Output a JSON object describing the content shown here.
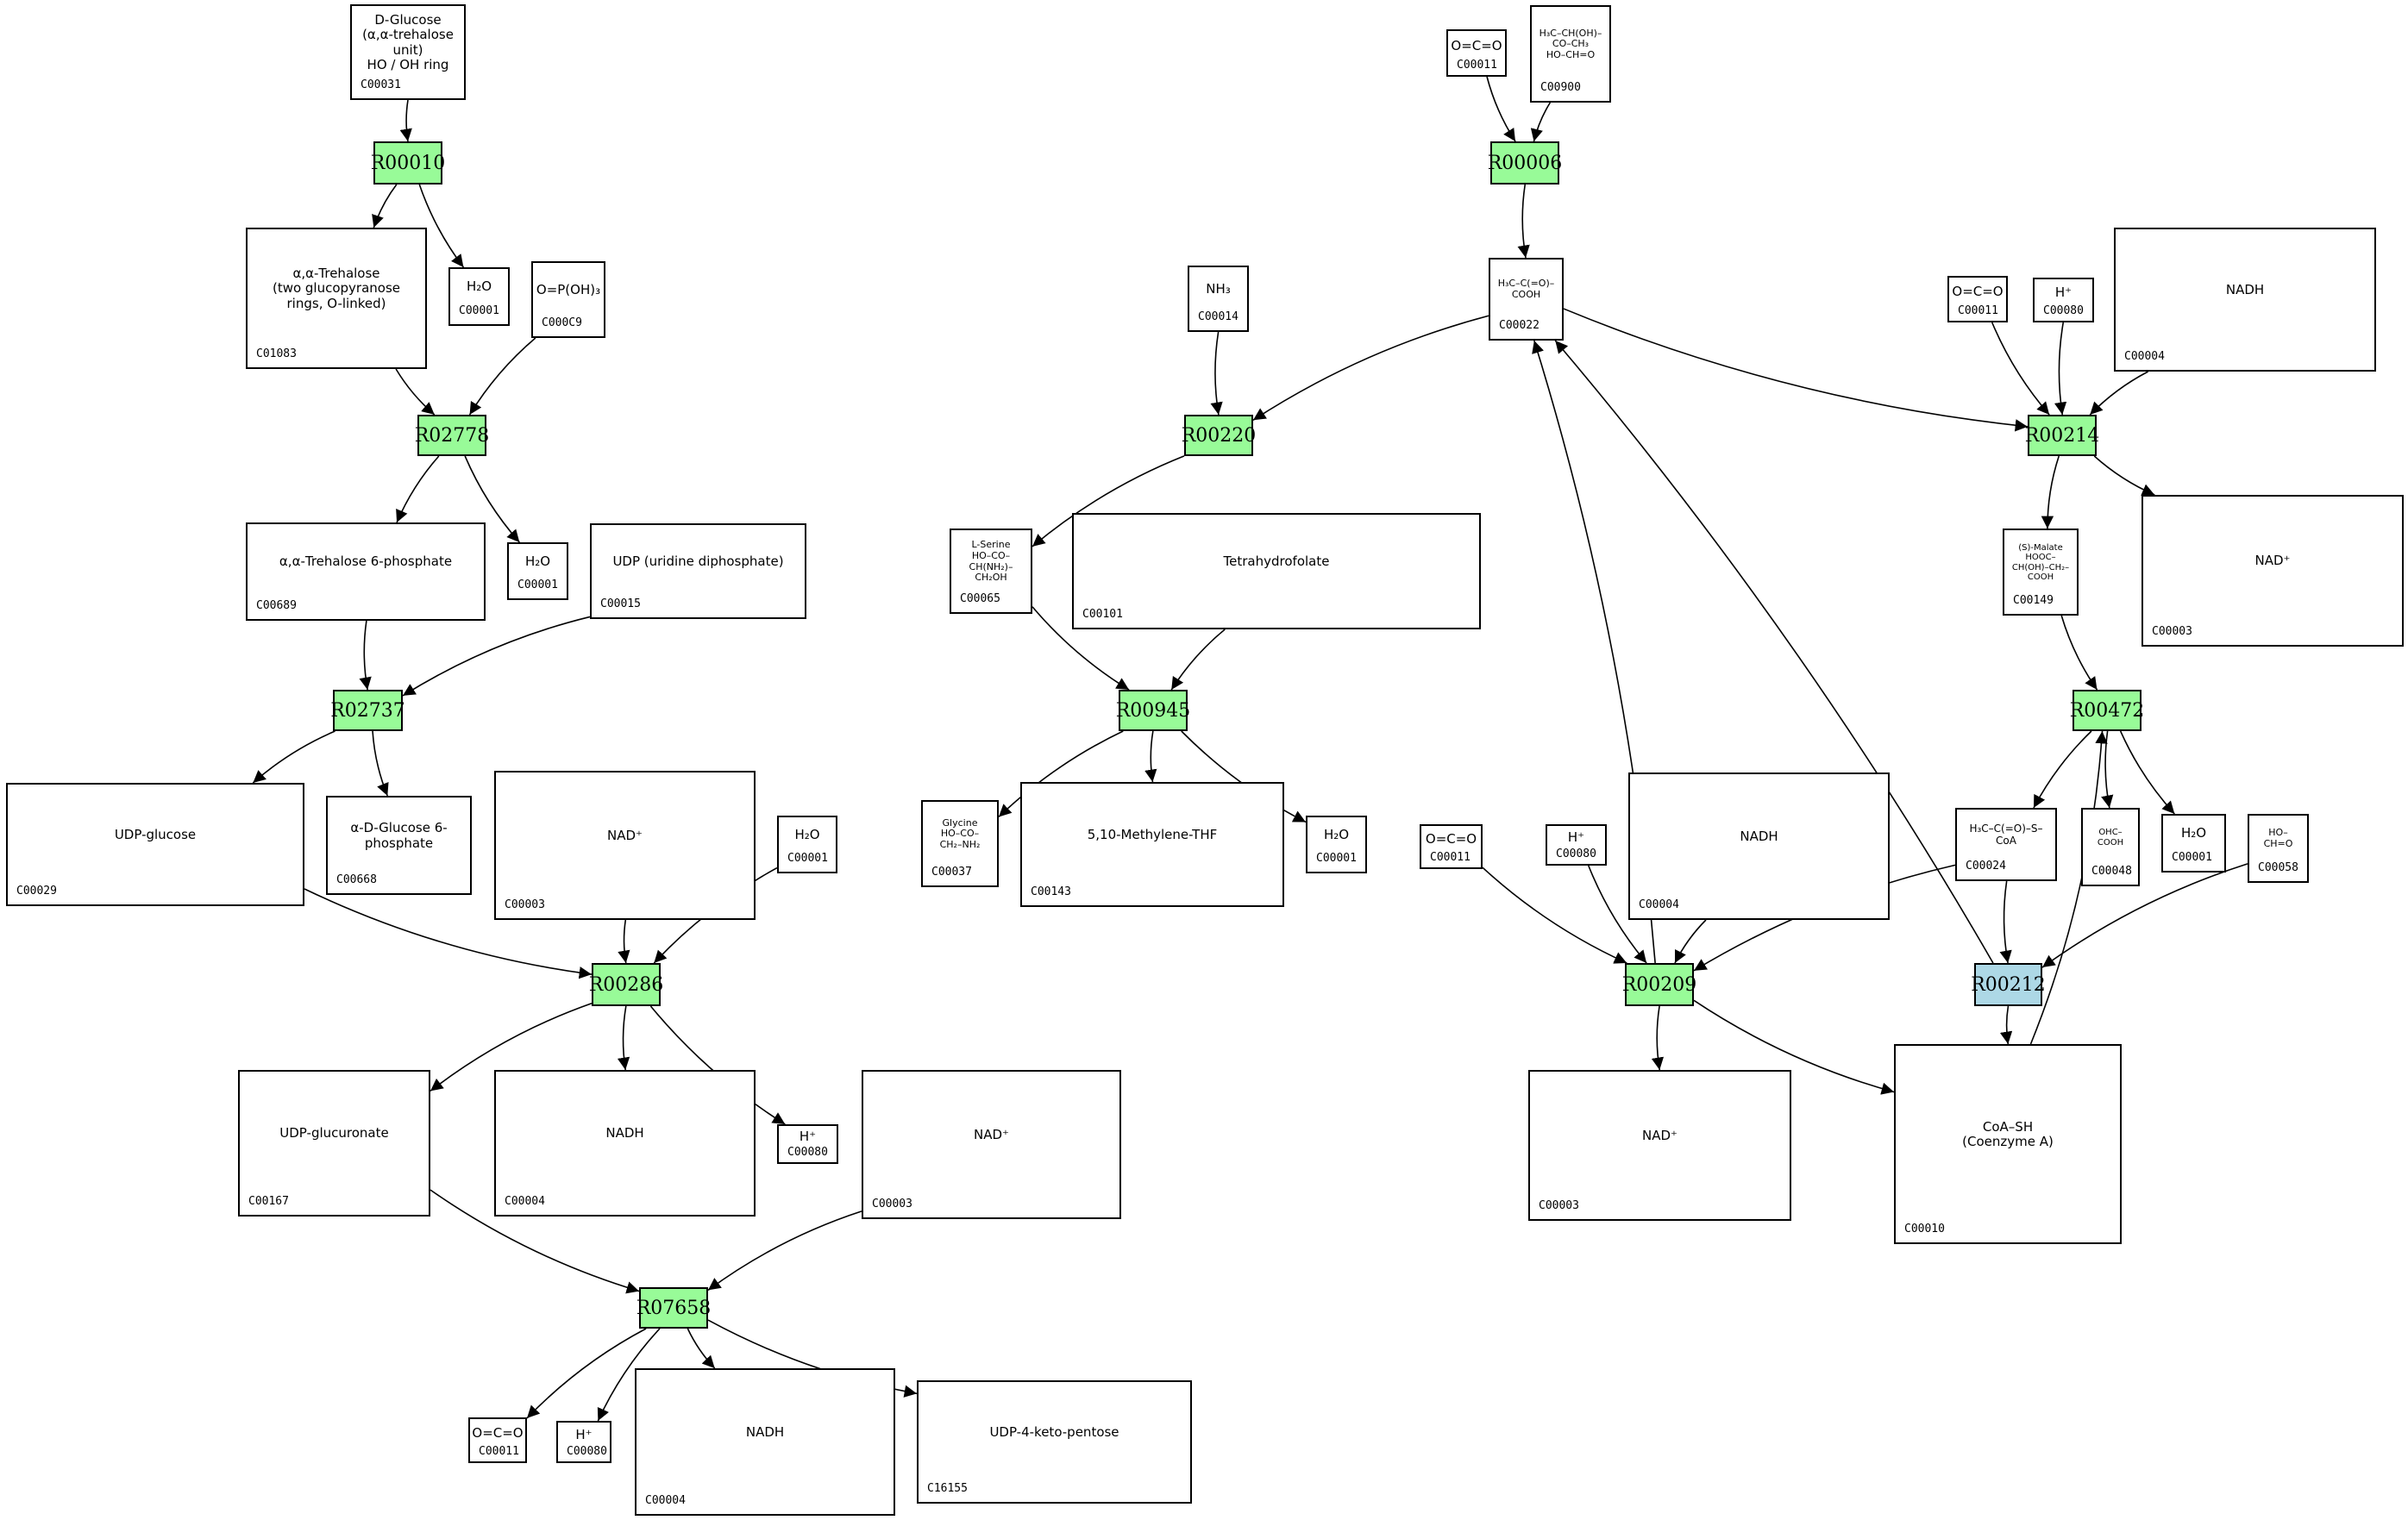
{
  "title": "Metabolic pathway reaction network",
  "colors": {
    "reaction_default": "#98fb98",
    "reaction_highlight": "#add8e6",
    "compound_bg": "#ffffff",
    "edge": "#000000"
  },
  "reactions": [
    {
      "id": "R00010",
      "style": "green"
    },
    {
      "id": "R02778",
      "style": "green"
    },
    {
      "id": "R02737",
      "style": "green"
    },
    {
      "id": "R00286",
      "style": "green"
    },
    {
      "id": "R07658",
      "style": "green"
    },
    {
      "id": "R00006",
      "style": "green"
    },
    {
      "id": "R00220",
      "style": "green"
    },
    {
      "id": "R00945",
      "style": "green"
    },
    {
      "id": "R00214",
      "style": "green"
    },
    {
      "id": "R00472",
      "style": "green"
    },
    {
      "id": "R00209",
      "style": "green"
    },
    {
      "id": "R00212",
      "style": "blue"
    }
  ],
  "compounds": [
    {
      "key": "c00031",
      "id": "C00031",
      "structure": "D-Glucose (α,α-trehalose unit)\nHO / OH ring"
    },
    {
      "key": "c01083",
      "id": "C01083",
      "structure": "α,α-Trehalose\n(two glucopyranose rings, O-linked)"
    },
    {
      "key": "c00001a",
      "id": "C00001",
      "structure": "H₂O"
    },
    {
      "key": "c00009",
      "id": "C000C9",
      "structure": "O=P(OH)₃"
    },
    {
      "key": "c00689",
      "id": "C00689",
      "structure": "α,α-Trehalose 6-phosphate"
    },
    {
      "key": "c00001b",
      "id": "C00001",
      "structure": "H₂O"
    },
    {
      "key": "c00015",
      "id": "C00015",
      "structure": "UDP (uridine diphosphate)"
    },
    {
      "key": "c00029",
      "id": "C00029",
      "structure": "UDP-glucose"
    },
    {
      "key": "c00668",
      "id": "C00668",
      "structure": "α-D-Glucose 6-phosphate"
    },
    {
      "key": "c00003a",
      "id": "C00003",
      "structure": "NAD⁺"
    },
    {
      "key": "c00001c",
      "id": "C00001",
      "structure": "H₂O"
    },
    {
      "key": "c00167",
      "id": "C00167",
      "structure": "UDP-glucuronate"
    },
    {
      "key": "c00004a",
      "id": "C00004",
      "structure": "NADH"
    },
    {
      "key": "c00080a",
      "id": "C00080",
      "structure": "H⁺"
    },
    {
      "key": "c00003b",
      "id": "C00003",
      "structure": "NAD⁺"
    },
    {
      "key": "c00011a",
      "id": "C00011",
      "structure": "O=C=O"
    },
    {
      "key": "c00080b",
      "id": "C00080",
      "structure": "H⁺"
    },
    {
      "key": "c00004b",
      "id": "C00004",
      "structure": "NADH"
    },
    {
      "key": "c16155",
      "id": "C16155",
      "structure": "UDP-4-keto-pentose"
    },
    {
      "key": "c00011b",
      "id": "C00011",
      "structure": "O=C=O"
    },
    {
      "key": "c00900",
      "id": "C00900",
      "structure": "H₃C–CH(OH)–CO–CH₃\nHO–CH=O"
    },
    {
      "key": "c00022",
      "id": "C00022",
      "structure": "H₃C–C(=O)–COOH"
    },
    {
      "key": "c00014",
      "id": "C00014",
      "structure": "NH₃"
    },
    {
      "key": "c00065",
      "id": "C00065",
      "structure": "L-Serine\nHO–CO–CH(NH₂)–CH₂OH"
    },
    {
      "key": "c00101",
      "id": "C00101",
      "structure": "Tetrahydrofolate"
    },
    {
      "key": "c00037",
      "id": "C00037",
      "structure": "Glycine\nHO–CO–CH₂–NH₂"
    },
    {
      "key": "c00143",
      "id": "C00143",
      "structure": "5,10-Methylene-THF"
    },
    {
      "key": "c00001d",
      "id": "C00001",
      "structure": "H₂O"
    },
    {
      "key": "c00011c",
      "id": "C00011",
      "structure": "O=C=O"
    },
    {
      "key": "c00080c",
      "id": "C00080",
      "structure": "H⁺"
    },
    {
      "key": "c00004c",
      "id": "C00004",
      "structure": "NADH"
    },
    {
      "key": "c00149",
      "id": "C00149",
      "structure": "(S)-Malate\nHOOC–CH(OH)–CH₂–COOH"
    },
    {
      "key": "c00003c",
      "id": "C00003",
      "structure": "NAD⁺"
    },
    {
      "key": "c00024",
      "id": "C00024",
      "structure": "H₃C–C(=O)–S–CoA"
    },
    {
      "key": "c00048",
      "id": "C00048",
      "structure": "OHC–COOH"
    },
    {
      "key": "c00001e",
      "id": "C00001",
      "structure": "H₂O"
    },
    {
      "key": "c00058",
      "id": "C00058",
      "structure": "HO–CH=O"
    },
    {
      "key": "c00011d",
      "id": "C00011",
      "structure": "O=C=O"
    },
    {
      "key": "c00080d",
      "id": "C00080",
      "structure": "H⁺"
    },
    {
      "key": "c00004d",
      "id": "C00004",
      "structure": "NADH"
    },
    {
      "key": "c00003d",
      "id": "C00003",
      "structure": "NAD⁺"
    },
    {
      "key": "c00010",
      "id": "C00010",
      "structure": "CoA–SH\n(Coenzyme A)"
    }
  ],
  "edges": [
    [
      "c00031",
      "R00010"
    ],
    [
      "R00010",
      "c01083"
    ],
    [
      "R00010",
      "c00001a"
    ],
    [
      "c01083",
      "R02778"
    ],
    [
      "c00009",
      "R02778"
    ],
    [
      "R02778",
      "c00689"
    ],
    [
      "R02778",
      "c00001b"
    ],
    [
      "c00689",
      "R02737"
    ],
    [
      "c00015",
      "R02737"
    ],
    [
      "R02737",
      "c00029"
    ],
    [
      "R02737",
      "c00668"
    ],
    [
      "c00029",
      "R00286"
    ],
    [
      "c00003a",
      "R00286"
    ],
    [
      "c00001c",
      "R00286"
    ],
    [
      "R00286",
      "c00167"
    ],
    [
      "R00286",
      "c00004a"
    ],
    [
      "R00286",
      "c00080a"
    ],
    [
      "c00167",
      "R07658"
    ],
    [
      "c00003b",
      "R07658"
    ],
    [
      "R07658",
      "c00011a"
    ],
    [
      "R07658",
      "c00080b"
    ],
    [
      "R07658",
      "c00004b"
    ],
    [
      "R07658",
      "c16155"
    ],
    [
      "c00011b",
      "R00006"
    ],
    [
      "c00900",
      "R00006"
    ],
    [
      "R00006",
      "c00022"
    ],
    [
      "c00022",
      "R00220"
    ],
    [
      "c00014",
      "R00220"
    ],
    [
      "R00220",
      "c00065"
    ],
    [
      "c00065",
      "R00945"
    ],
    [
      "c00101",
      "R00945"
    ],
    [
      "R00945",
      "c00037"
    ],
    [
      "R00945",
      "c00143"
    ],
    [
      "R00945",
      "c00001d"
    ],
    [
      "c00022",
      "R00214"
    ],
    [
      "c00011c",
      "R00214"
    ],
    [
      "c00080c",
      "R00214"
    ],
    [
      "c00004c",
      "R00214"
    ],
    [
      "R00214",
      "c00149"
    ],
    [
      "R00214",
      "c00003c"
    ],
    [
      "c00149",
      "R00472"
    ],
    [
      "c00010",
      "R00472"
    ],
    [
      "R00472",
      "c00024"
    ],
    [
      "R00472",
      "c00048"
    ],
    [
      "R00472",
      "c00001e"
    ],
    [
      "c00011d",
      "R00209"
    ],
    [
      "c00080d",
      "R00209"
    ],
    [
      "c00004d",
      "R00209"
    ],
    [
      "c00024",
      "R00209"
    ],
    [
      "R00209",
      "c00022"
    ],
    [
      "R00209",
      "c00003d"
    ],
    [
      "R00209",
      "c00010"
    ],
    [
      "c00024",
      "R00212"
    ],
    [
      "c00058",
      "R00212"
    ],
    [
      "R00212",
      "c00010"
    ],
    [
      "R00212",
      "c00022"
    ]
  ]
}
